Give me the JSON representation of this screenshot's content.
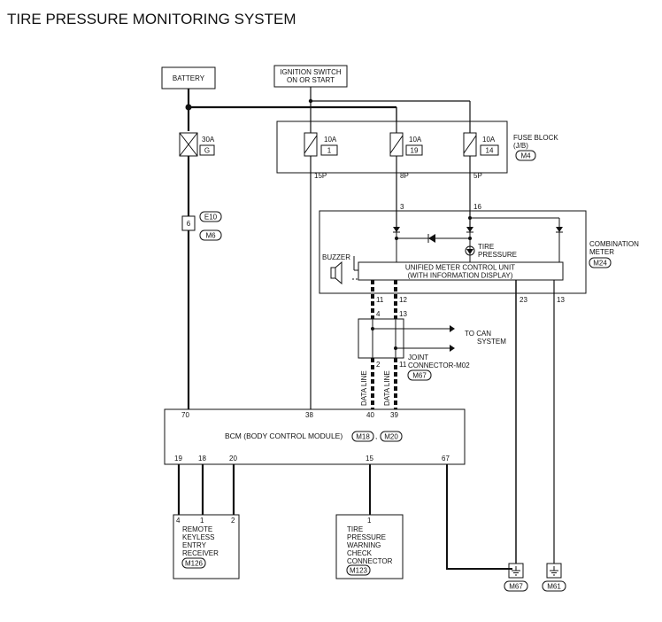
{
  "title": "TIRE PRESSURE MONITORING SYSTEM",
  "battery": "BATTERY",
  "ignition": [
    "IGNITION SWITCH",
    "ON OR START"
  ],
  "fuse_30a": {
    "amp": "30A",
    "id": "G"
  },
  "connector_e10": {
    "pin": "6",
    "tag1": "E10",
    "tag2": "M6"
  },
  "fuse_block": {
    "label": [
      "FUSE BLOCK",
      "(J/B)"
    ],
    "tag": "M4",
    "fuses": [
      {
        "amp": "10A",
        "num": "1",
        "pin": "15P"
      },
      {
        "amp": "10A",
        "num": "19",
        "pin": "8P"
      },
      {
        "amp": "10A",
        "num": "14",
        "pin": "5P"
      }
    ]
  },
  "meter": {
    "label": [
      "COMBINATION",
      "METER"
    ],
    "tag": "M24",
    "pins": {
      "p3": "3",
      "p16": "16",
      "p11": "11",
      "p12": "12",
      "p23": "23",
      "p13": "13"
    },
    "unit": [
      "UNIFIED METER CONTROL UNIT",
      "(WITH INFORMATION DISPLAY)"
    ],
    "tire_pressure": [
      "TIRE",
      "PRESSURE"
    ],
    "buzzer": "BUZZER"
  },
  "joint": {
    "label": [
      "JOINT",
      "CONNECTOR-M02"
    ],
    "tag": "M67",
    "pins": {
      "top_left": "4",
      "top_right": "13",
      "bottom_left": "2",
      "bottom_right": "11"
    },
    "can": [
      "TO CAN",
      "SYSTEM"
    ]
  },
  "data_line": "DATA LINE",
  "bcm": {
    "label": "BCM (BODY CONTROL MODULE)",
    "tag1": "M18",
    "tag2": "M20",
    "top_pins": [
      "70",
      "38",
      "40",
      "39"
    ],
    "bottom_pins": [
      "19",
      "18",
      "20",
      "15",
      "67"
    ]
  },
  "receiver": {
    "pins": [
      "4",
      "1",
      "2"
    ],
    "label": [
      "REMOTE",
      "KEYLESS",
      "ENTRY",
      "RECEIVER"
    ],
    "tag": "M126"
  },
  "check_connector": {
    "pin": "1",
    "label": [
      "TIRE",
      "PRESSURE",
      "WARNING",
      "CHECK",
      "CONNECTOR"
    ],
    "tag": "M123"
  },
  "grounds": [
    "M67",
    "M61"
  ]
}
